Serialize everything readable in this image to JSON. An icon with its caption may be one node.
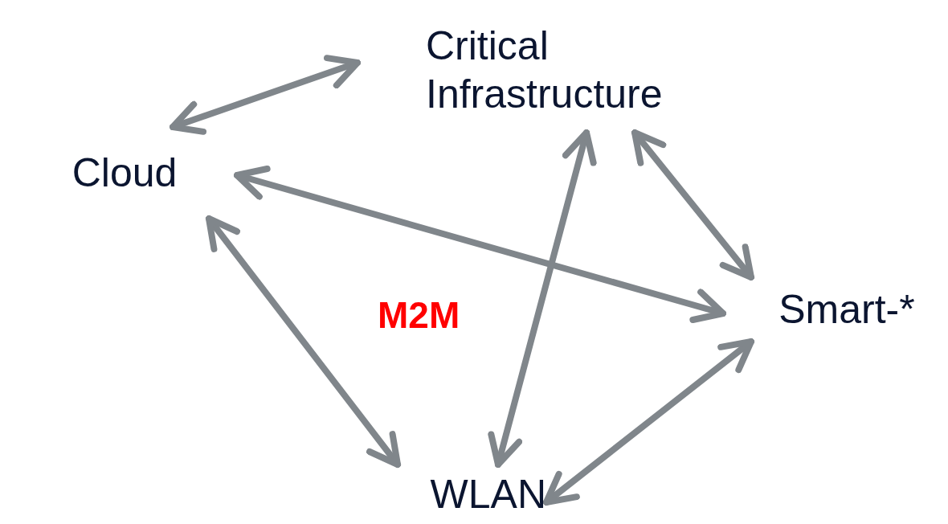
{
  "diagram": {
    "nodes": [
      {
        "text": [
          "Critical Infrastructure"
        ]
      },
      {
        "text": [
          "Cloud"
        ]
      },
      {
        "text": [
          "Smart-*"
        ]
      },
      {
        "text": [
          "WLAN"
        ]
      }
    ],
    "edges": [
      {
        "from": 1,
        "to": 0,
        "arrow": "both"
      },
      {
        "from": 1,
        "to": 2,
        "arrow": "both"
      },
      {
        "from": 1,
        "to": 3,
        "arrow": "both"
      },
      {
        "from": 0,
        "to": 3,
        "arrow": "both"
      },
      {
        "from": 0,
        "to": 2,
        "arrow": "both"
      },
      {
        "from": 3,
        "to": 2,
        "arrow": "both"
      }
    ],
    "labels": [
      "M2M"
    ]
  }
}
